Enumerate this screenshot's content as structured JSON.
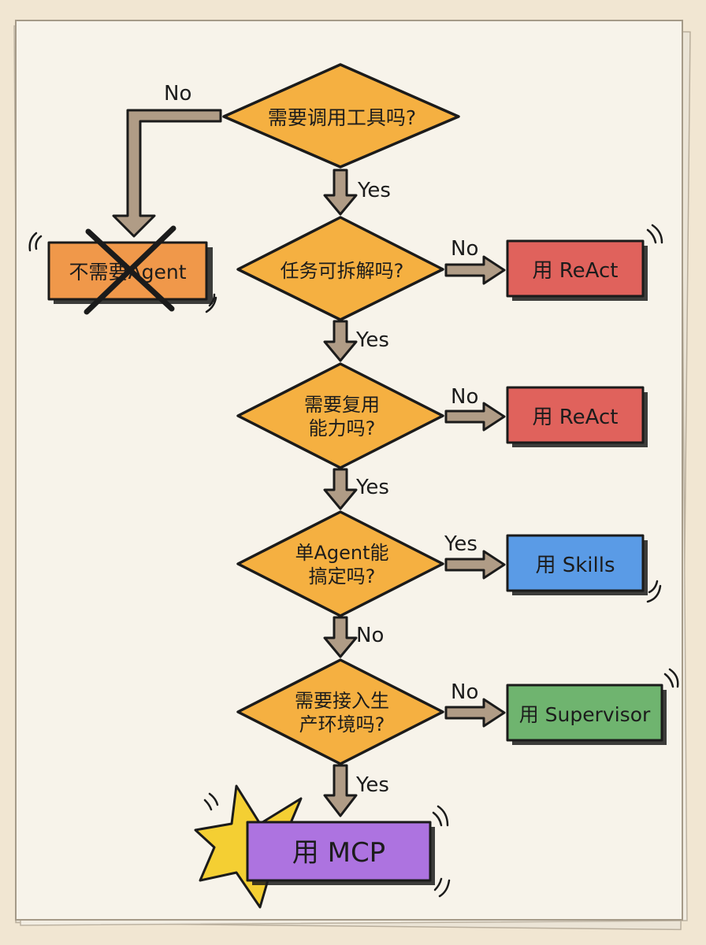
{
  "diagram": {
    "decisions": [
      {
        "id": "need_tools",
        "lines": [
          "需要调用工具吗?"
        ]
      },
      {
        "id": "decomposable",
        "lines": [
          "任务可拆解吗?"
        ]
      },
      {
        "id": "reuse",
        "lines": [
          "需要复用",
          "能力吗?"
        ]
      },
      {
        "id": "single_agent",
        "lines": [
          "单Agent能",
          "搞定吗?"
        ]
      },
      {
        "id": "production",
        "lines": [
          "需要接入生",
          "产环境吗?"
        ]
      }
    ],
    "outcomes": [
      {
        "id": "no_agent",
        "label": "不需要Agent",
        "color": "#f0984a",
        "crossed": true
      },
      {
        "id": "react_1",
        "label": "用 ReAct",
        "color": "#e0625c"
      },
      {
        "id": "react_2",
        "label": "用 ReAct",
        "color": "#e0625c"
      },
      {
        "id": "skills",
        "label": "用 Skills",
        "color": "#5a9be6"
      },
      {
        "id": "supervisor",
        "label": "用 Supervisor",
        "color": "#6fb46f"
      },
      {
        "id": "mcp",
        "label": "用 MCP",
        "color": "#ad73e0"
      }
    ],
    "edges": [
      {
        "from": "need_tools",
        "to": "no_agent",
        "label": "No"
      },
      {
        "from": "need_tools",
        "to": "decomposable",
        "label": "Yes"
      },
      {
        "from": "decomposable",
        "to": "react_1",
        "label": "No"
      },
      {
        "from": "decomposable",
        "to": "reuse",
        "label": "Yes"
      },
      {
        "from": "reuse",
        "to": "react_2",
        "label": "No"
      },
      {
        "from": "reuse",
        "to": "single_agent",
        "label": "Yes"
      },
      {
        "from": "single_agent",
        "to": "skills",
        "label": "Yes"
      },
      {
        "from": "single_agent",
        "to": "production",
        "label": "No"
      },
      {
        "from": "production",
        "to": "supervisor",
        "label": "No"
      },
      {
        "from": "production",
        "to": "mcp",
        "label": "Yes"
      }
    ],
    "colors": {
      "paper": "#f7f3ea",
      "background": "#f1e6d2",
      "decision_fill": "#f5b041",
      "arrow_fill": "#b09c86",
      "ink": "#1b1b1b",
      "star": "#f4cf33"
    }
  }
}
